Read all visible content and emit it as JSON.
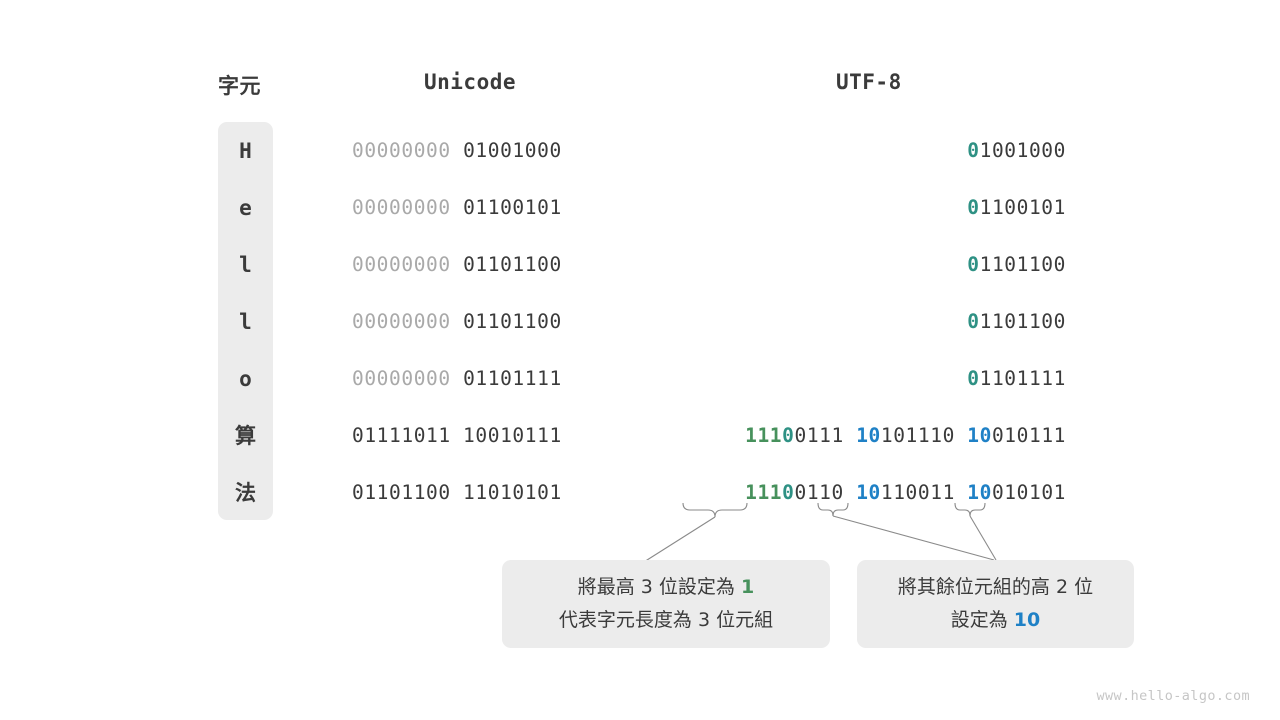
{
  "headers": {
    "character": "字元",
    "unicode": "Unicode",
    "utf8": "UTF-8"
  },
  "colors": {
    "teal": "#2e9184",
    "green": "#47915c",
    "blue": "#1f81c6",
    "dim": "#a9a9a9",
    "text": "#3b3b3b",
    "cell_bg": "#ececec",
    "watermark": "#c6c6c6"
  },
  "rows": [
    {
      "char": "H",
      "unicode_dim": "00000000",
      "unicode_rest": " 01001000",
      "utf8_plain": "",
      "utf8": [
        {
          "text": "0",
          "style": "teal"
        },
        {
          "text": "1001000",
          "style": "plain"
        }
      ]
    },
    {
      "char": "e",
      "unicode_dim": "00000000",
      "unicode_rest": " 01100101",
      "utf8_plain": "",
      "utf8": [
        {
          "text": "0",
          "style": "teal"
        },
        {
          "text": "1100101",
          "style": "plain"
        }
      ]
    },
    {
      "char": "l",
      "unicode_dim": "00000000",
      "unicode_rest": " 01101100",
      "utf8_plain": "",
      "utf8": [
        {
          "text": "0",
          "style": "teal"
        },
        {
          "text": "1101100",
          "style": "plain"
        }
      ]
    },
    {
      "char": "l",
      "unicode_dim": "00000000",
      "unicode_rest": " 01101100",
      "utf8_plain": "",
      "utf8": [
        {
          "text": "0",
          "style": "teal"
        },
        {
          "text": "1101100",
          "style": "plain"
        }
      ]
    },
    {
      "char": "o",
      "unicode_dim": "00000000",
      "unicode_rest": " 01101111",
      "utf8_plain": "",
      "utf8": [
        {
          "text": "0",
          "style": "teal"
        },
        {
          "text": "1101111",
          "style": "plain"
        }
      ]
    },
    {
      "char": "算",
      "unicode_dim": "",
      "unicode_rest": "01111011 10010111",
      "utf8_plain": "",
      "utf8": [
        {
          "text": "111",
          "style": "green"
        },
        {
          "text": "0",
          "style": "teal"
        },
        {
          "text": "0111 ",
          "style": "plain"
        },
        {
          "text": "10",
          "style": "blue"
        },
        {
          "text": "101110 ",
          "style": "plain"
        },
        {
          "text": "10",
          "style": "blue"
        },
        {
          "text": "010111",
          "style": "plain"
        }
      ]
    },
    {
      "char": "法",
      "unicode_dim": "",
      "unicode_rest": "01101100 11010101",
      "utf8_plain": "",
      "utf8": [
        {
          "text": "111",
          "style": "green"
        },
        {
          "text": "0",
          "style": "teal"
        },
        {
          "text": "0110 ",
          "style": "plain"
        },
        {
          "text": "10",
          "style": "blue"
        },
        {
          "text": "110011 ",
          "style": "plain"
        },
        {
          "text": "10",
          "style": "blue"
        },
        {
          "text": "010101",
          "style": "plain"
        }
      ]
    }
  ],
  "notes": [
    {
      "line1": [
        {
          "text": "將最高 3 位設定為 ",
          "style": "plain"
        },
        {
          "text": "1",
          "style": "green"
        }
      ],
      "line2": [
        {
          "text": "代表字元長度為 3 位元組",
          "style": "plain"
        }
      ]
    },
    {
      "line1": [
        {
          "text": "將其餘位元組的高 2 位",
          "style": "plain"
        }
      ],
      "line2": [
        {
          "text": "設定為 ",
          "style": "plain"
        },
        {
          "text": "10",
          "style": "blue"
        }
      ]
    }
  ],
  "watermark": "www.hello-algo.com"
}
